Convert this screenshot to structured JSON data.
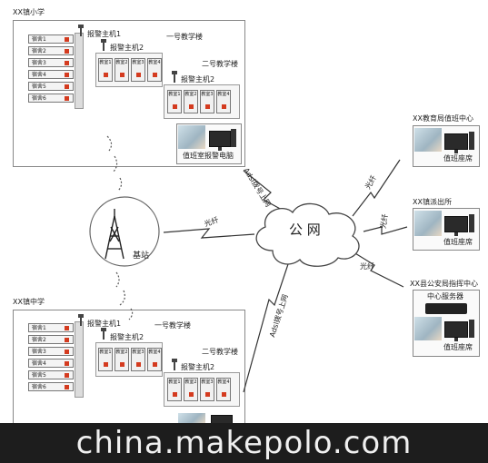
{
  "school1": {
    "title": "XX镇小学",
    "dorms": [
      "宿舍1",
      "宿舍2",
      "宿舍3",
      "宿舍4",
      "宿舍5",
      "宿舍6"
    ],
    "alarm_host1": "报警主机1",
    "alarm_host2a": "报警主机2",
    "building1": "一号教学楼",
    "building2": "二号教学楼",
    "alarm_host2b": "报警主机2",
    "classrooms_a": [
      "教室1",
      "教室2",
      "教室3",
      "教室4"
    ],
    "classrooms_b": [
      "教室1",
      "教室2",
      "教室3",
      "教室4"
    ],
    "duty_pc": "值班室报警电脑"
  },
  "school2": {
    "title": "XX镇中学",
    "dorms": [
      "宿舍1",
      "宿舍2",
      "宿舍3",
      "宿舍4",
      "宿舍5",
      "宿舍6"
    ],
    "alarm_host1": "报警主机1",
    "alarm_host2a": "报警主机2",
    "building1": "一号教学楼",
    "building2": "二号教学楼",
    "alarm_host2b": "报警主机2",
    "classrooms_a": [
      "教室1",
      "教室2",
      "教室3",
      "教室4"
    ],
    "classrooms_b": [
      "教室1",
      "教室2",
      "教室3",
      "教室4"
    ]
  },
  "base_station": "基站",
  "public_net": "公 网",
  "links": {
    "adsl_top": "Adsl拨号上网",
    "adsl_bottom": "Adsl拨号上网",
    "fiber_station": "光纤",
    "fiber_edu": "光纤",
    "fiber_police": "光纤",
    "fiber_command": "光纤"
  },
  "edu_center": {
    "title": "XX教育局值班中心",
    "seat": "值班座席"
  },
  "police_station": {
    "title": "XX镇派出所",
    "seat": "值班座席"
  },
  "command_center": {
    "title": "XX县公安局指挥中心",
    "server": "中心服务器",
    "seat": "值班座席"
  },
  "watermark": "china.makepolo.com"
}
